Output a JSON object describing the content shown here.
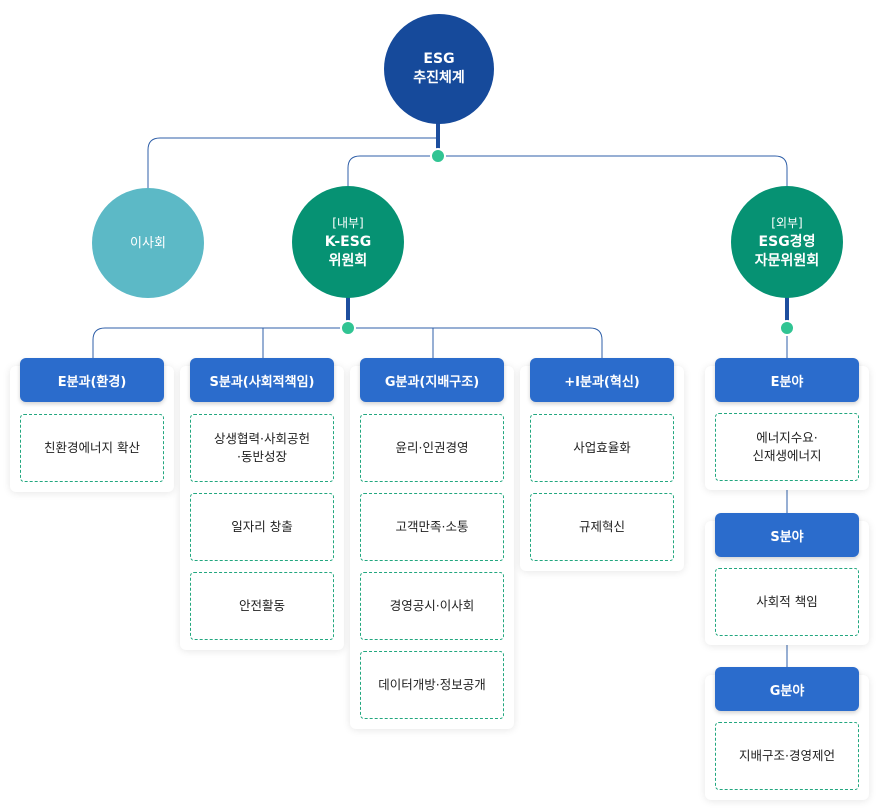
{
  "root": {
    "line1": "ESG",
    "line2": "추진체계"
  },
  "board": {
    "label": "이사회"
  },
  "internal": {
    "tag": "[내부]",
    "line1": "K-ESG",
    "line2": "위원회"
  },
  "external": {
    "tag": "[외부]",
    "line1": "ESG경영",
    "line2": "자문위원회"
  },
  "groups": [
    {
      "title": "E분과(환경)",
      "items": [
        "친환경에너지 확산"
      ]
    },
    {
      "title": "S분과(사회적책임)",
      "items": [
        "상생협력·사회공헌\n·동반성장",
        "일자리 창출",
        "안전활동"
      ]
    },
    {
      "title": "G분과(지배구조)",
      "items": [
        "윤리·인권경영",
        "고객만족·소통",
        "경영공시·이사회",
        "데이터개방·정보공개"
      ]
    },
    {
      "title": "+I분과(혁신)",
      "items": [
        "사업효율화",
        "규제혁신"
      ]
    }
  ],
  "fields": [
    {
      "title": "E분야",
      "items": [
        "에너지수요·\n신재생에너지"
      ]
    },
    {
      "title": "S분야",
      "items": [
        "사회적 책임"
      ]
    },
    {
      "title": "G분야",
      "items": [
        "지배구조·경영제언"
      ]
    }
  ],
  "colors": {
    "navy": "#164a9b",
    "green": "#069273",
    "teal": "#5cb9c6",
    "header_blue": "#2b6ccc",
    "dash_green": "#22a77f",
    "connector": "#2f5fa8",
    "dot": "#31c493"
  }
}
